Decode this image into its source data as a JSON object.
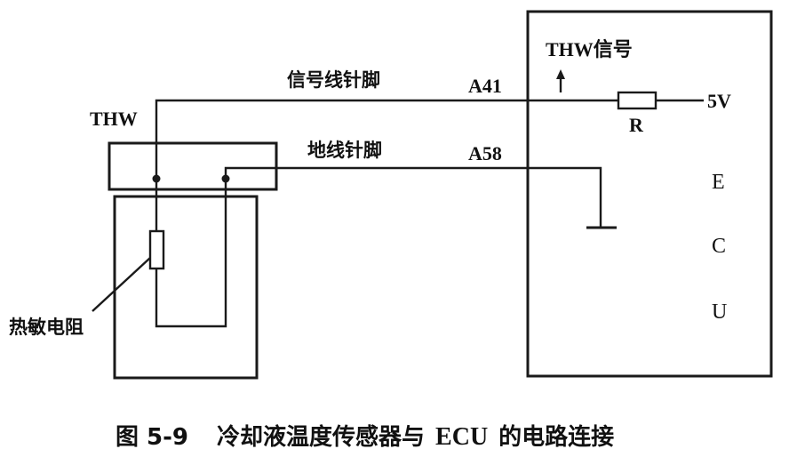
{
  "labels": {
    "sensor_name": "THW",
    "signal_pin": "信号线针脚",
    "ground_pin": "地线针脚",
    "pin_a41": "A41",
    "pin_a58": "A58",
    "thw_signal": "THW信号",
    "resistor": "R",
    "supply": "5V",
    "thermistor": "热敏电阻",
    "ecu_letters": [
      "E",
      "C",
      "U"
    ]
  },
  "caption": {
    "figure_no": "图 5-9",
    "text_a": "冷却液温度传感器与",
    "text_en": "ECU",
    "text_b": "的电路连接"
  }
}
